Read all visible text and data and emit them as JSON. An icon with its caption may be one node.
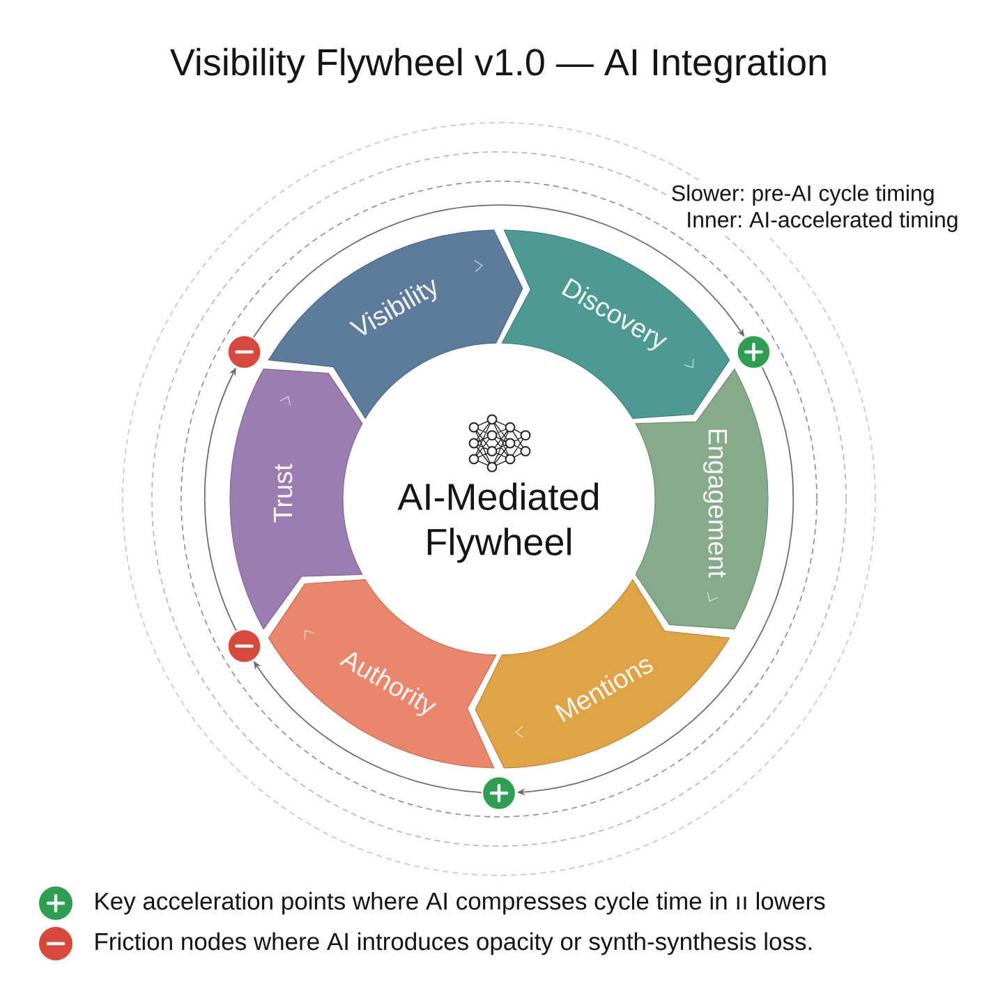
{
  "diagram": {
    "title": "Visibility Flywheel v1.0 — AI Integration",
    "nodes": [
      {
        "text": [
          "Visibility"
        ]
      },
      {
        "text": [
          "Discovery"
        ]
      },
      {
        "text": [
          "Engagement"
        ]
      },
      {
        "text": [
          "Mentions"
        ]
      },
      {
        "text": [
          "Authority"
        ]
      },
      {
        "text": [
          "Trust"
        ]
      },
      {
        "text": [],
        "shape": "minus"
      },
      {
        "text": [],
        "shape": "plus"
      },
      {
        "text": [],
        "shape": "minus"
      },
      {
        "text": [],
        "shape": "plus"
      }
    ],
    "edges": [
      {
        "from": 6,
        "to": 7,
        "arrow": "to"
      },
      {
        "from": 7,
        "to": 9,
        "arrow": "to"
      },
      {
        "from": 9,
        "to": 8,
        "arrow": "to"
      },
      {
        "from": 8,
        "to": 6,
        "arrow": "to"
      }
    ],
    "labels": [
      "Slower: pre-AI cycle timing",
      "Inner: AI-accelerated timing",
      "AI-Mediated Flywheel"
    ],
    "legend": [
      {
        "text": "Key acceleration points where AI compresses cycle time in ıı lowers",
        "color": "#2f9e52"
      },
      {
        "text": "Friction nodes where AI introduces opacity or synth-synthesis loss.",
        "color": "#d64a3e"
      }
    ]
  }
}
